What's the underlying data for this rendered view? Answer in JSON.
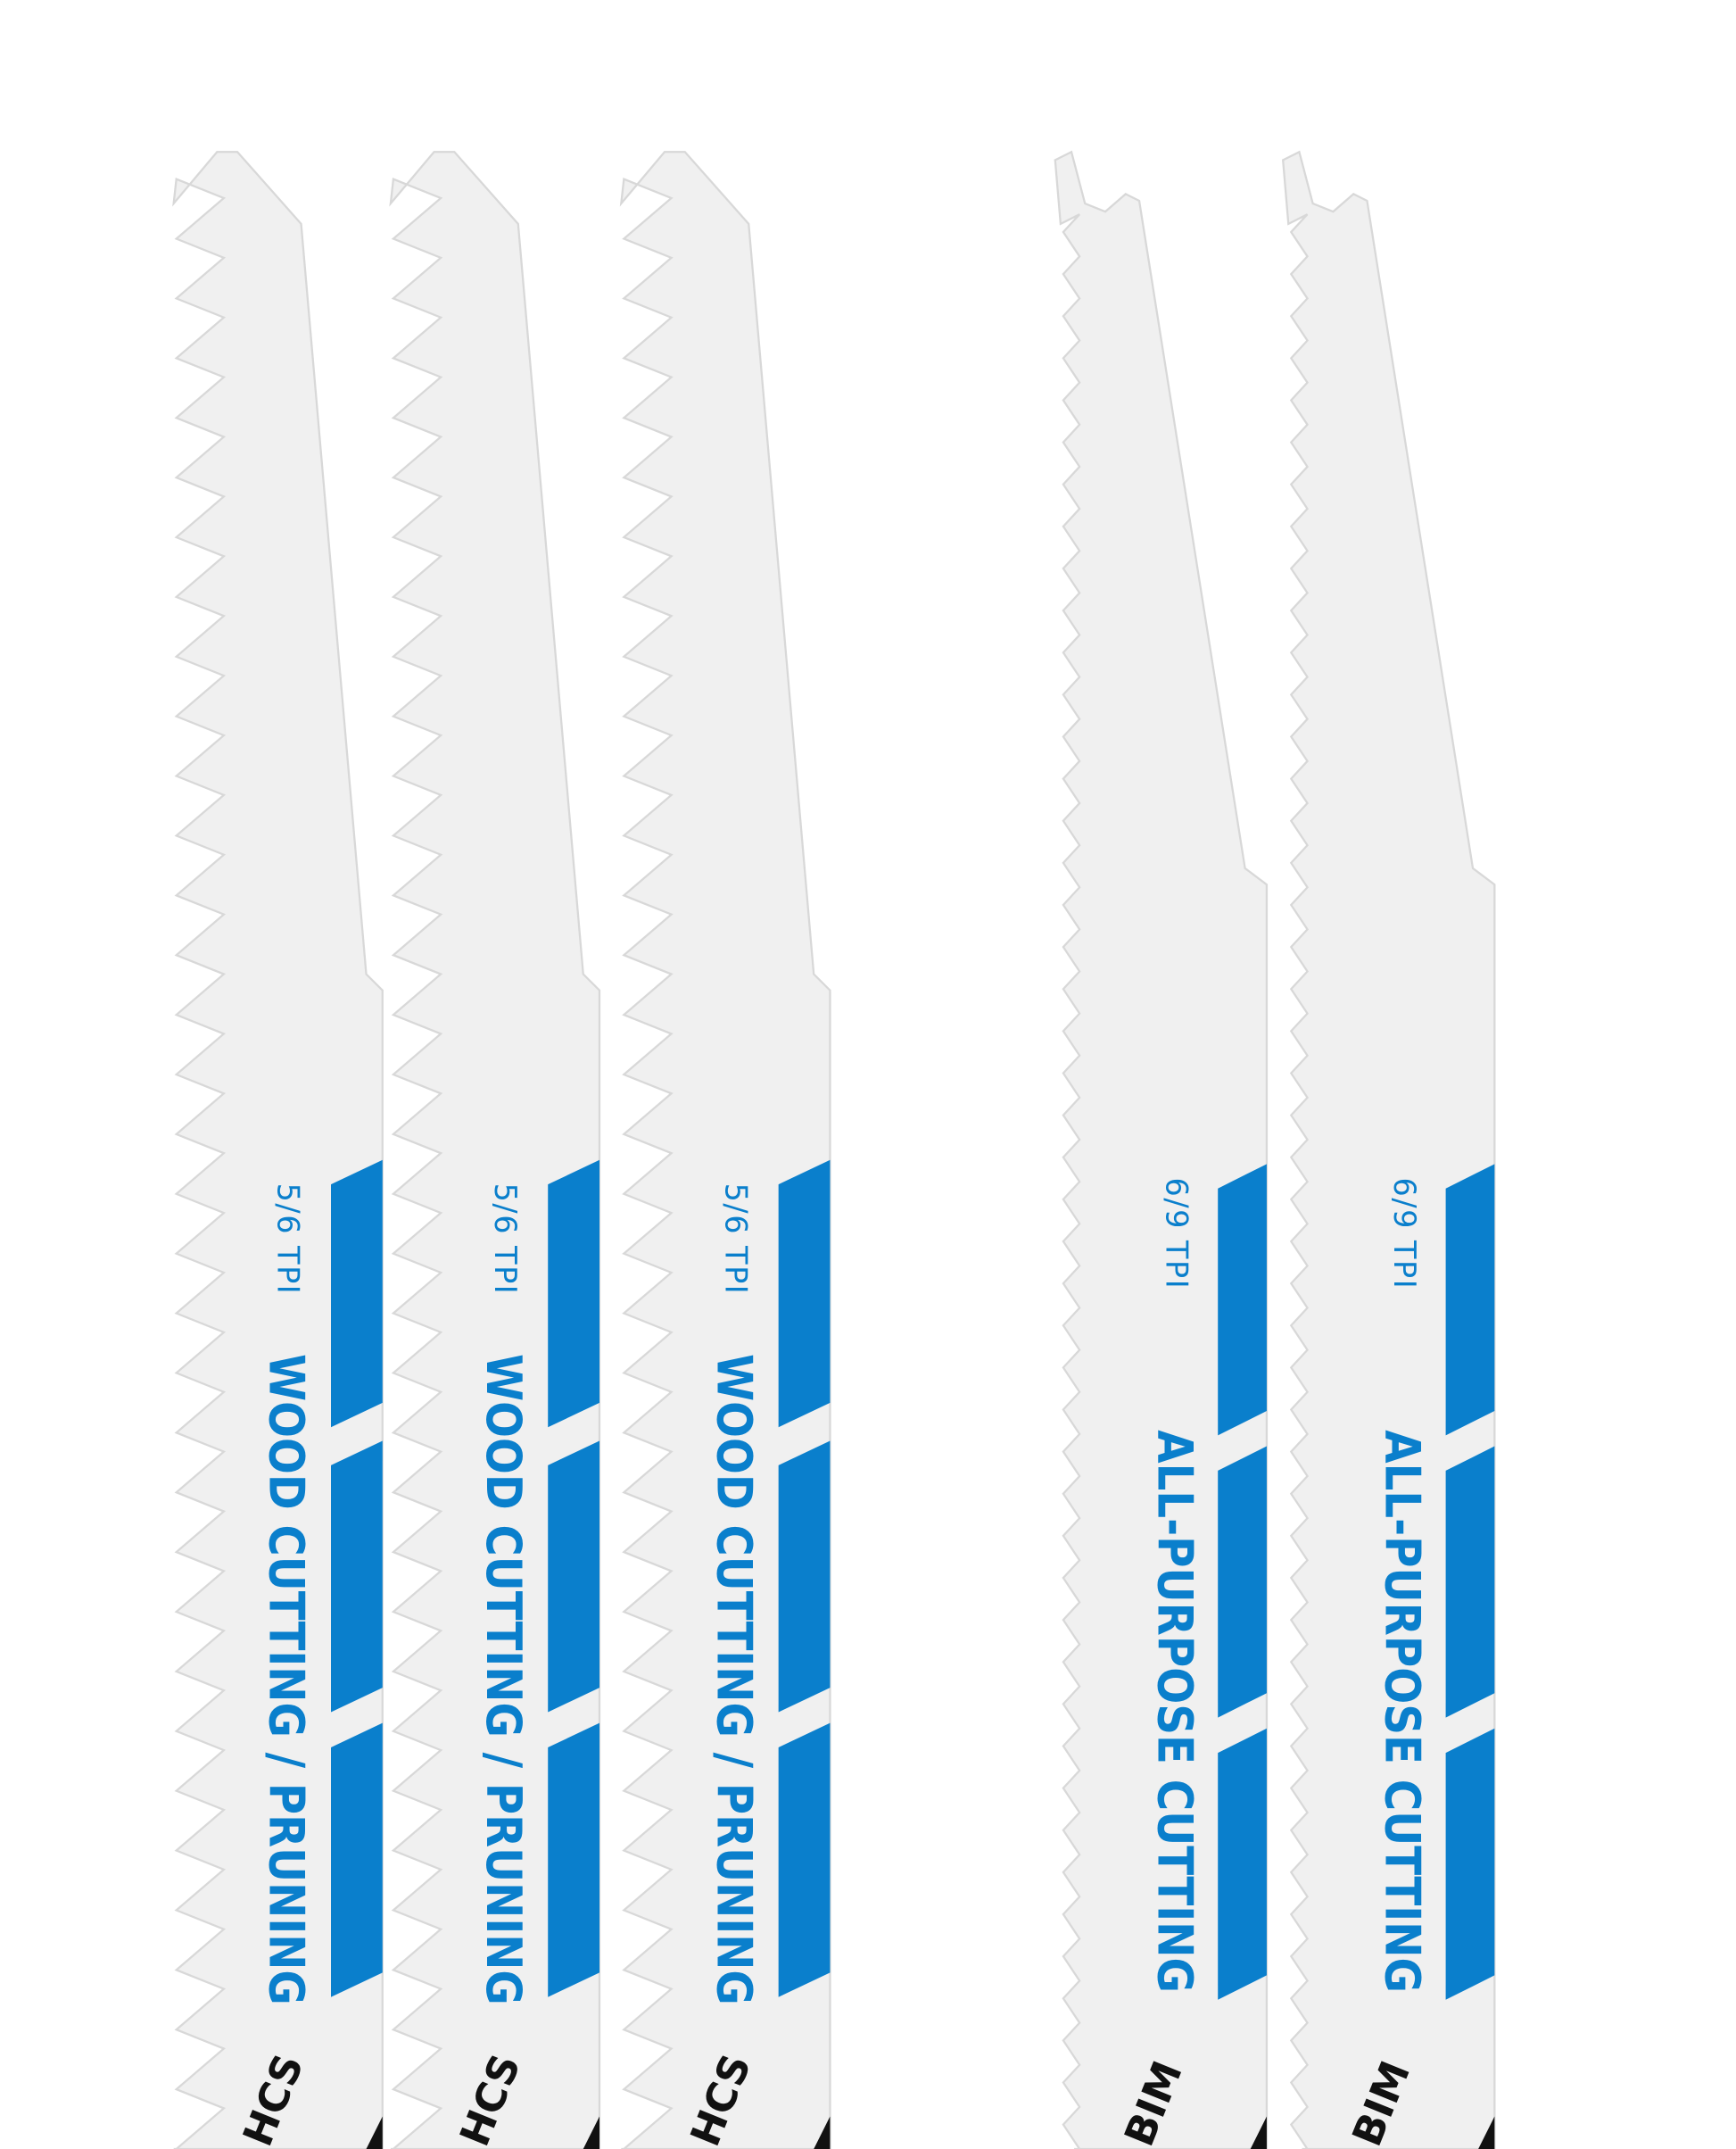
{
  "colors": {
    "blade": "#f0f0f0",
    "edge": "#d8d8d8",
    "stripe": "#0a7fcc",
    "text_dark": "#111111"
  },
  "blades": [
    {
      "type": "wood",
      "tpi": "5/6 TPI",
      "use": "WOOD CUTTING / PRUNING",
      "material": "HCS"
    },
    {
      "type": "wood",
      "tpi": "5/6 TPI",
      "use": "WOOD CUTTING / PRUNING",
      "material": "HCS"
    },
    {
      "type": "wood",
      "tpi": "5/6 TPI",
      "use": "WOOD CUTTING / PRUNING",
      "material": "HCS"
    },
    {
      "type": "allpurpose",
      "tpi": "6/9 TPI",
      "use": "ALL-PURPOSE CUTTING",
      "material": "BIM"
    },
    {
      "type": "allpurpose",
      "tpi": "6/9 TPI",
      "use": "ALL-PURPOSE CUTTING",
      "material": "BIM"
    }
  ]
}
